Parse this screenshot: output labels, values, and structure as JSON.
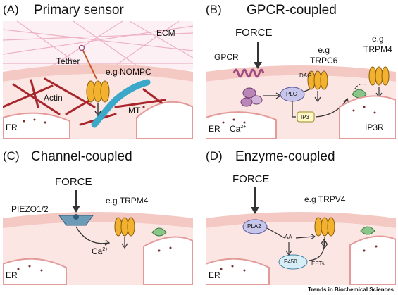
{
  "panels": {
    "a": {
      "letter": "(A)",
      "title": "Primary sensor",
      "ecm": "ECM",
      "tether": "Tether",
      "channel": "e.g NOMPC",
      "actin": "Actin",
      "mt": "MT",
      "er": "ER"
    },
    "b": {
      "letter": "(B)",
      "title": "GPCR-coupled",
      "force": "FORCE",
      "gpcr": "GPCR",
      "channel1": "e.g\nTRPC6",
      "channel2": "e.g\nTRPM4",
      "dag": "DAG",
      "plc": "PLC",
      "ip3": "IP3",
      "ip3r": "IP3R",
      "er": "ER",
      "ca": "Ca",
      "ca_sup": "2+"
    },
    "c": {
      "letter": "(C)",
      "title": "Channel-coupled",
      "force": "FORCE",
      "piezo": "PIEZO1/2",
      "channel": "e.g TRPM4",
      "ca": "Ca",
      "ca_sup": "2+",
      "er": "ER"
    },
    "d": {
      "letter": "(D)",
      "title": "Enzyme-coupled",
      "force": "FORCE",
      "channel": "e.g TRPV4",
      "pla2": "PLA2",
      "aa": "AA",
      "p450": "P450",
      "eets": "EETs",
      "er": "ER"
    }
  },
  "credit": "Trends in Biochemical Sciences",
  "colors": {
    "membrane": "#f4c9c4",
    "cytosol": "#fbe6e3",
    "channel": "#f2b230",
    "actin": "#a8262b",
    "mt": "#3ba7c9",
    "enzyme": "#c7c6ea",
    "gpcr": "#a24d82",
    "ecm": "#e9a3b8"
  }
}
